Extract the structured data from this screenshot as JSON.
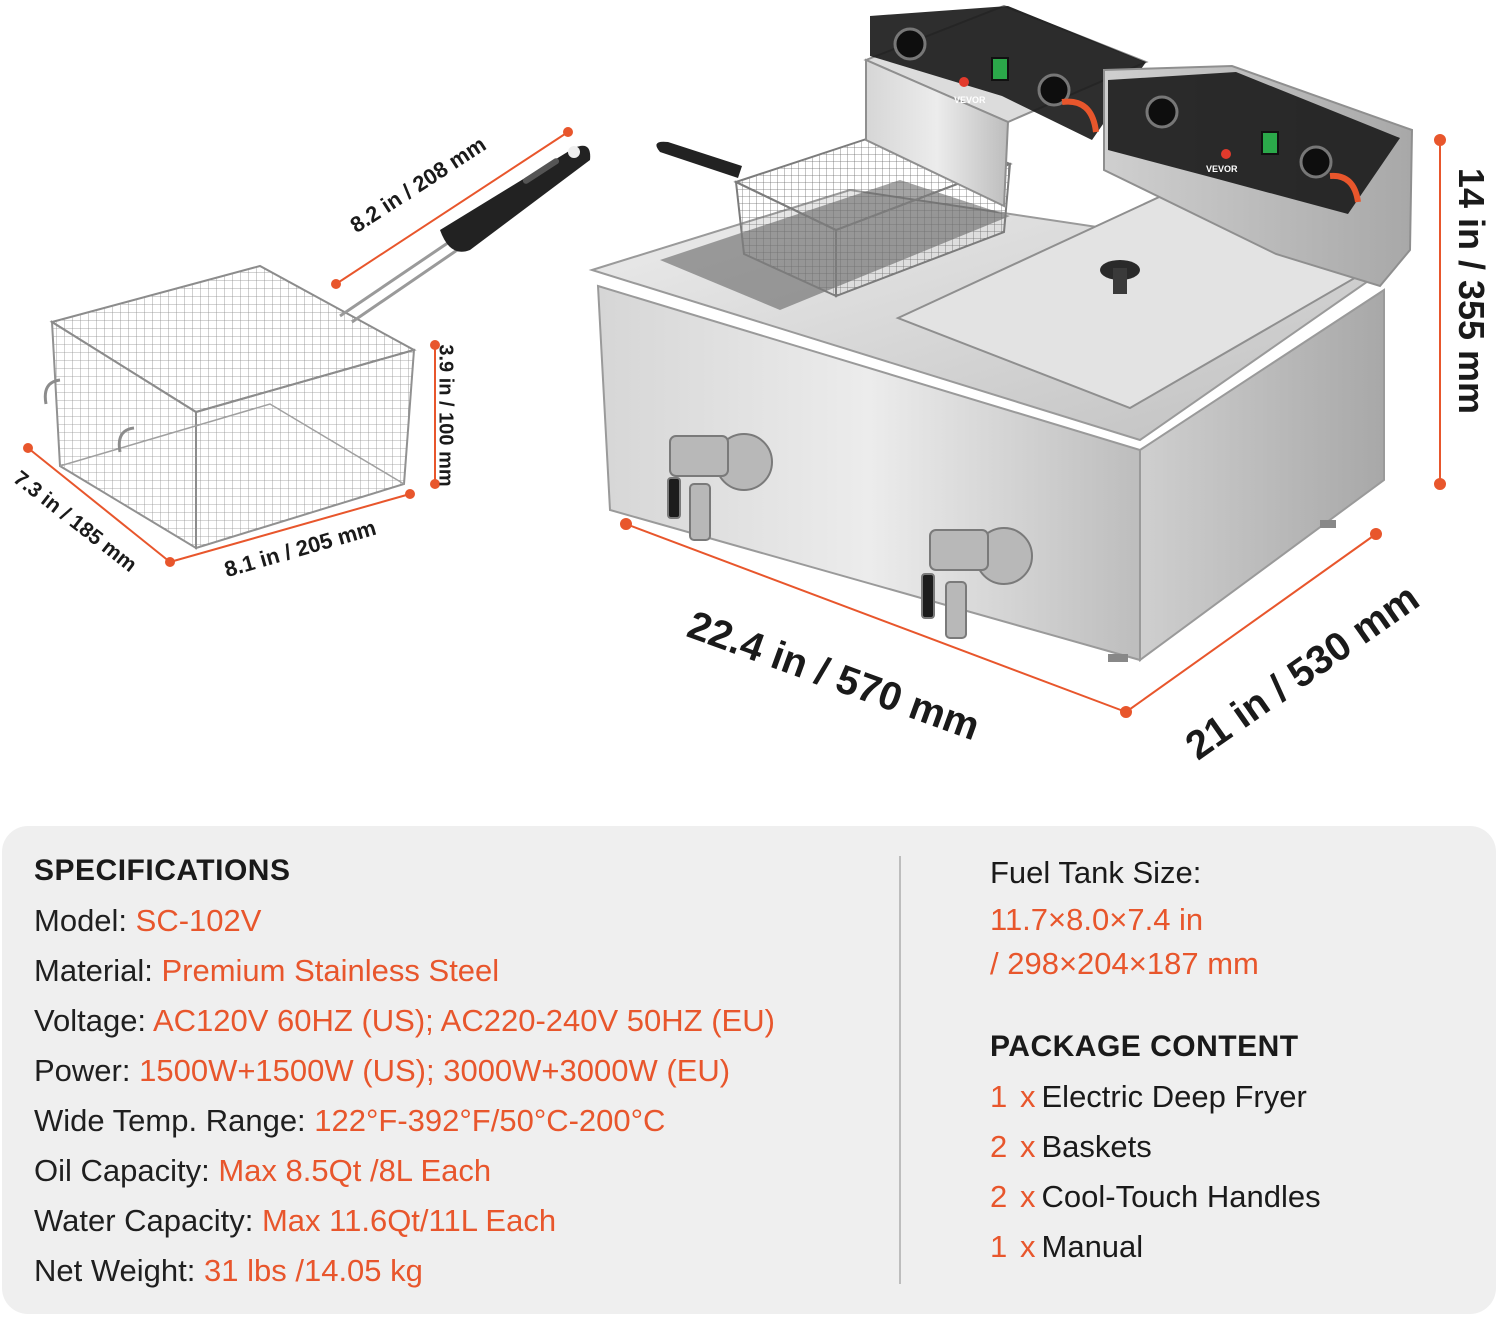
{
  "dimensions": {
    "basket_length": "8.2 in / 208 mm",
    "basket_height": "3.9 in / 100 mm",
    "basket_depth": "7.3 in / 185 mm",
    "basket_width": "8.1 in / 205 mm",
    "fryer_height": "14 in / 355 mm",
    "fryer_width": "22.4 in / 570 mm",
    "fryer_depth": "21 in / 530 mm"
  },
  "product": {
    "brand": "VEVOR"
  },
  "colors": {
    "accent": "#e8562c",
    "panel_bg": "#efefef",
    "steel_light": "#d9d9d9",
    "steel_dark": "#9a9a9a"
  },
  "specifications": {
    "heading": "SPECIFICATIONS",
    "rows": [
      {
        "label": "Model: ",
        "value": "SC-102V"
      },
      {
        "label": "Material: ",
        "value": "Premium Stainless Steel"
      },
      {
        "label": "Voltage: ",
        "value": "AC120V 60HZ (US); AC220-240V 50HZ (EU)"
      },
      {
        "label": "Power: ",
        "value": "1500W+1500W (US); 3000W+3000W (EU)"
      },
      {
        "label": "Wide Temp. Range: ",
        "value": "122°F-392°F/50°C-200°C"
      },
      {
        "label": "Oil Capacity: ",
        "value": "Max 8.5Qt /8L Each"
      },
      {
        "label": "Water Capacity: ",
        "value": "Max 11.6Qt/11L Each"
      },
      {
        "label": "Net Weight: ",
        "value": "31 lbs /14.05 kg"
      }
    ]
  },
  "fuel_tank": {
    "label": "Fuel Tank Size:",
    "value_line1": "11.7×8.0×7.4 in",
    "value_line2": "/ 298×204×187 mm"
  },
  "package": {
    "heading": "PACKAGE CONTENT",
    "x": "x",
    "items": [
      {
        "qty": "1",
        "name": "Electric Deep Fryer"
      },
      {
        "qty": "2",
        "name": "Baskets"
      },
      {
        "qty": "2",
        "name": "Cool-Touch Handles"
      },
      {
        "qty": "1",
        "name": "Manual"
      }
    ]
  }
}
